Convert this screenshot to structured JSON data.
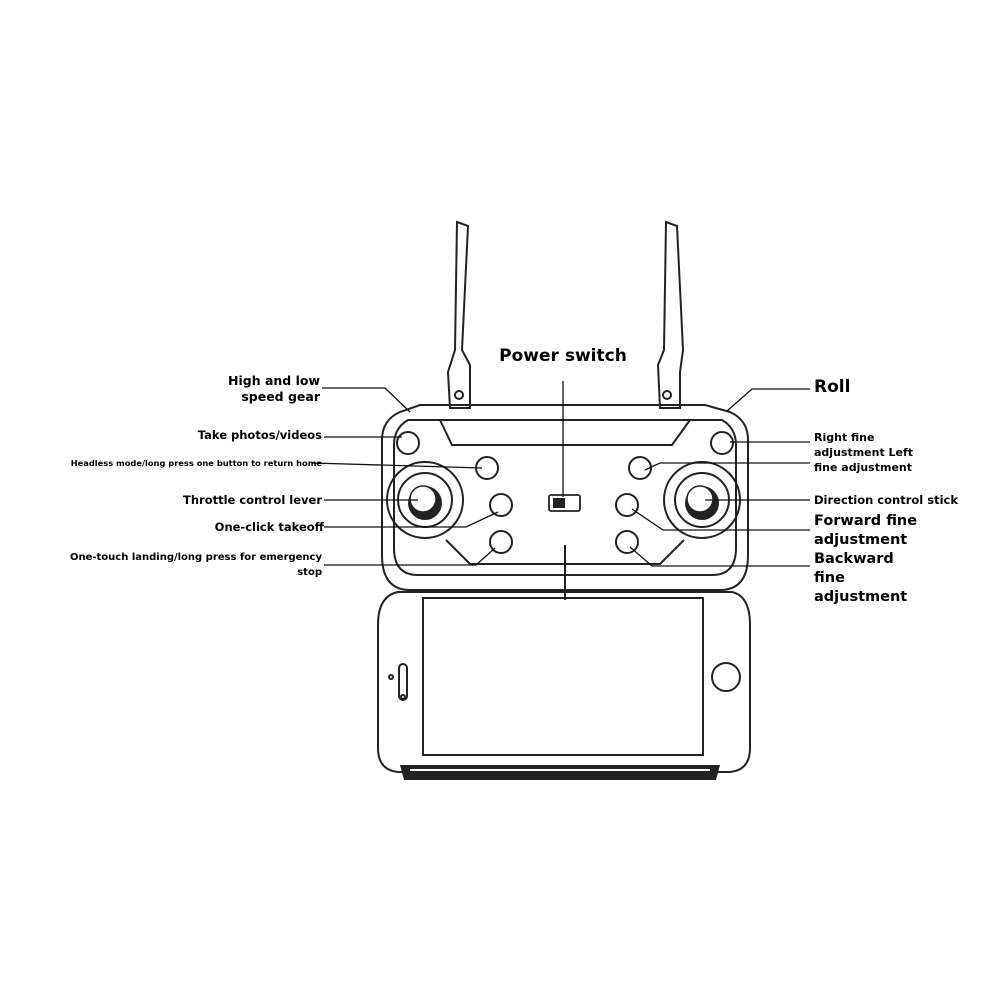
{
  "diagram": {
    "stroke_color": "#222222",
    "background": "#ffffff",
    "labels": {
      "power_switch": "Power switch",
      "roll": "Roll",
      "high_low_gear": [
        "High and low",
        "speed gear"
      ],
      "take_photos": "Take photos/videos",
      "headless_mode": "Headless mode/long press one button to return home",
      "throttle_lever": "Throttle control lever",
      "one_click_takeoff": "One-click takeoff",
      "one_touch_landing": [
        "One-touch landing/long press for emergency",
        "stop"
      ],
      "right_left_fine": [
        "Right fine",
        "adjustment Left",
        "fine adjustment"
      ],
      "direction_stick": "Direction control stick",
      "forward_fine": [
        "Forward fine",
        "adjustment"
      ],
      "backward_fine": [
        "Backward",
        "fine",
        "adjustment"
      ]
    }
  }
}
